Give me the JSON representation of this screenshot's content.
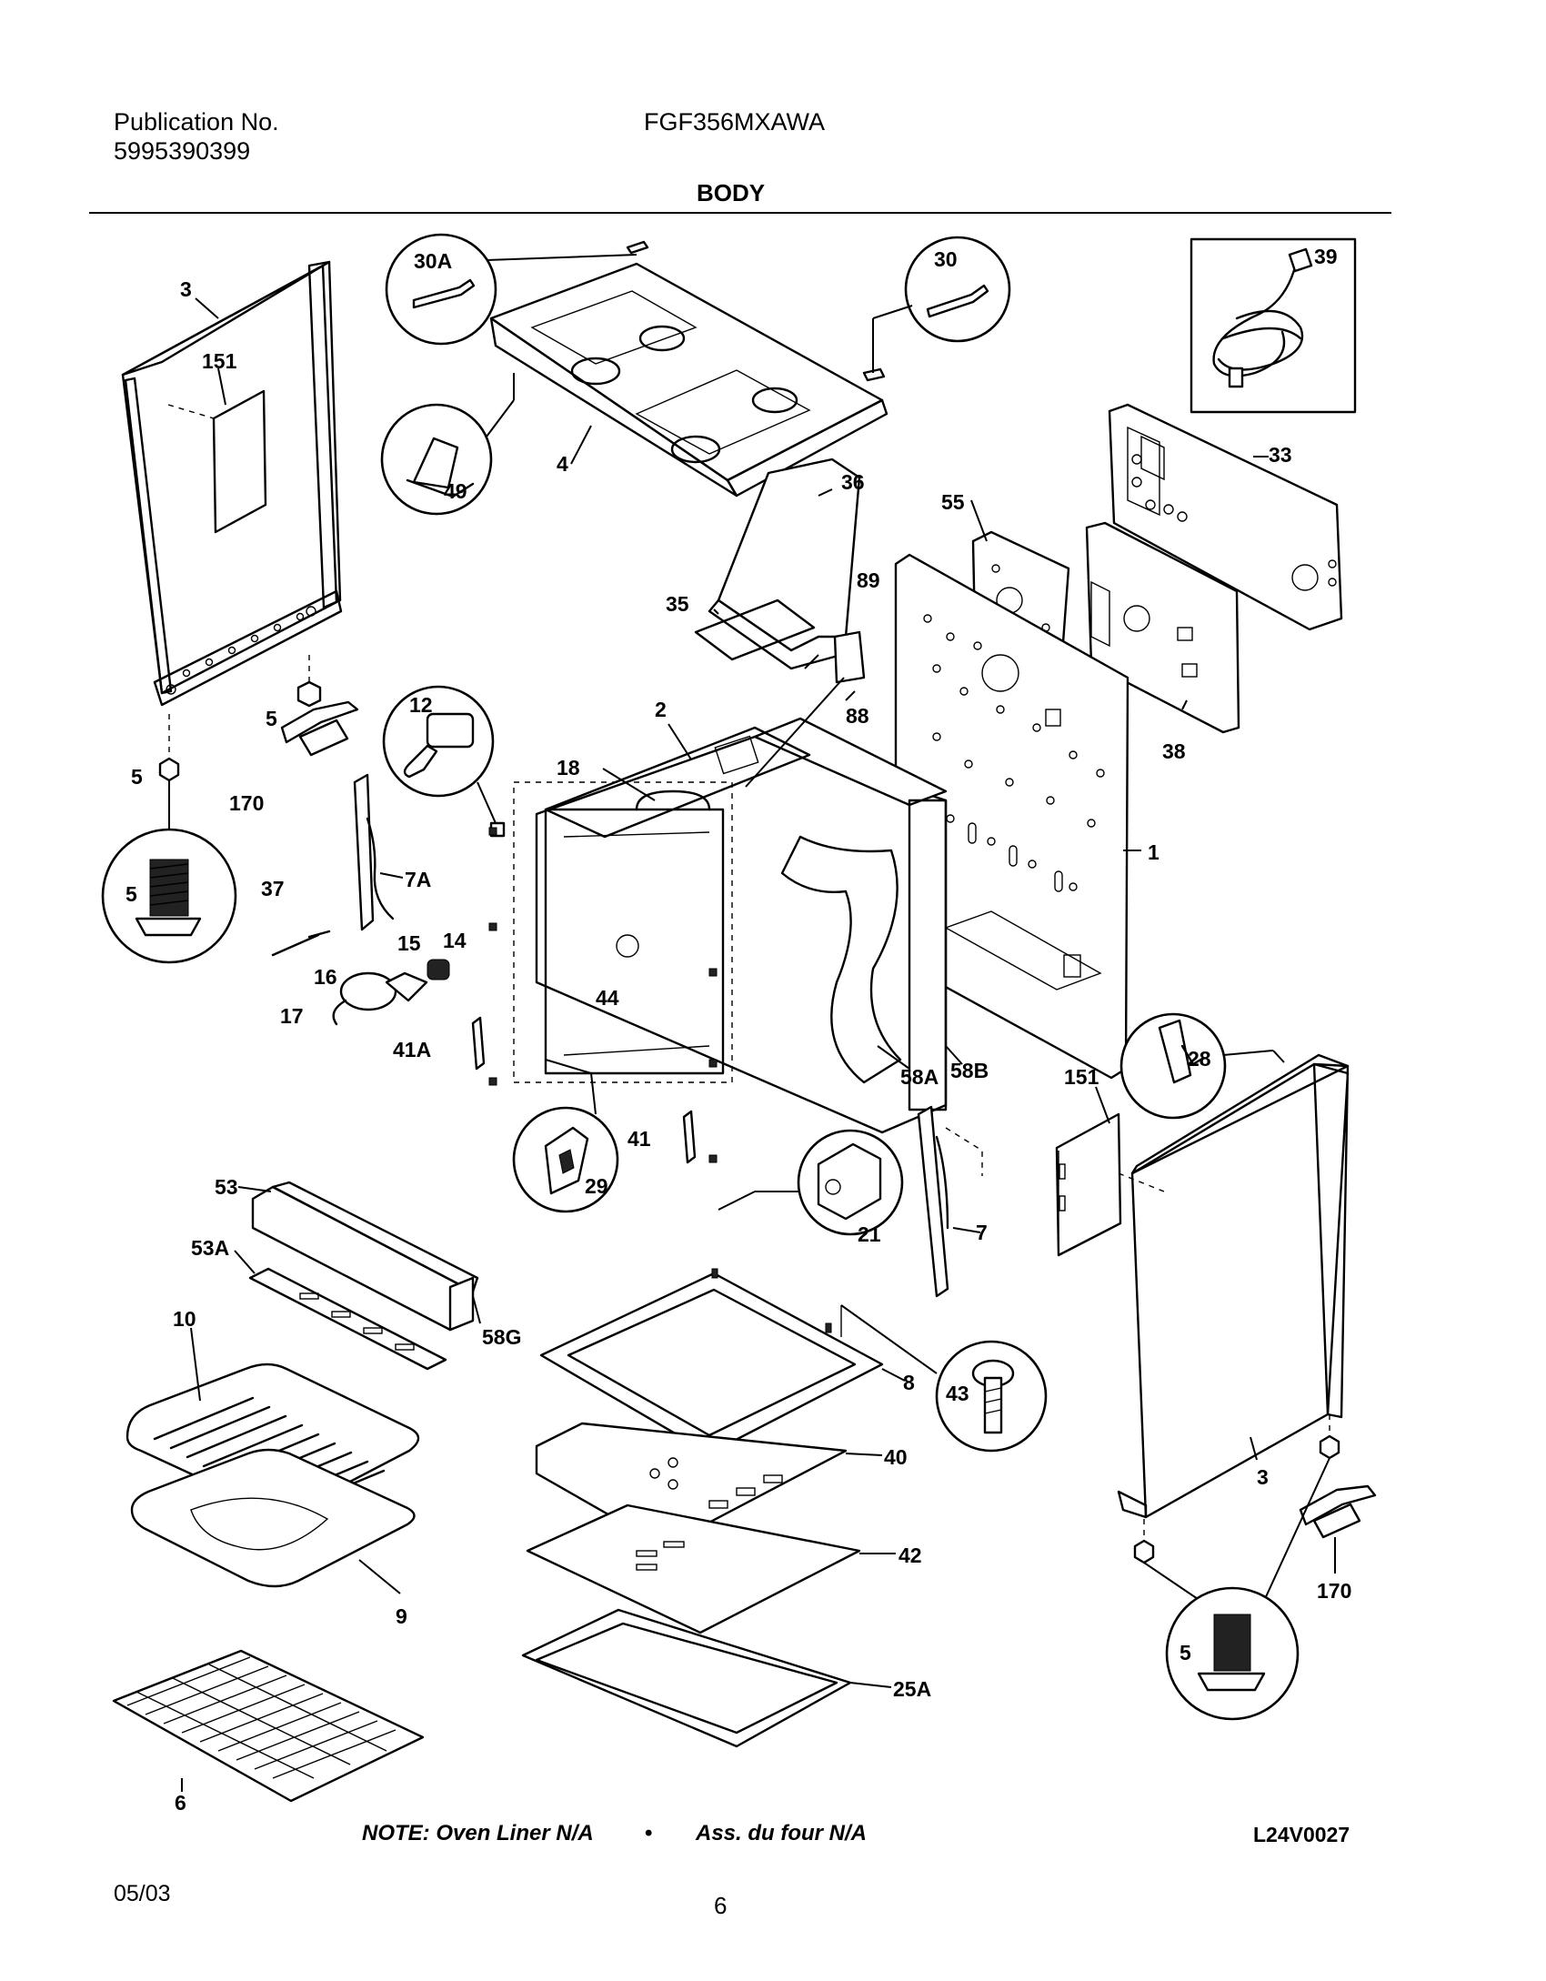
{
  "header": {
    "publication_label": "Publication No.",
    "publication_number": "5995390399",
    "model": "FGF356MXAWA",
    "section_title": "BODY"
  },
  "diagram": {
    "callouts": [
      "3",
      "151",
      "5",
      "5",
      "5",
      "170",
      "30A",
      "49",
      "4",
      "30",
      "39",
      "33",
      "55",
      "38",
      "36",
      "35",
      "89",
      "88",
      "12",
      "2",
      "18",
      "7A",
      "37",
      "15",
      "14",
      "16",
      "17",
      "41A",
      "44",
      "58A",
      "58B",
      "1",
      "28",
      "151",
      "41",
      "29",
      "21",
      "7",
      "53",
      "53A",
      "58G",
      "10",
      "9",
      "6",
      "8",
      "43",
      "40",
      "42",
      "25A",
      "3",
      "170",
      "5"
    ]
  },
  "footer": {
    "note": "NOTE: Oven Liner N/A",
    "bullet": "•",
    "note_fr": "Ass. du four N/A",
    "diagram_code": "L24V0027",
    "date": "05/03",
    "page": "6"
  }
}
